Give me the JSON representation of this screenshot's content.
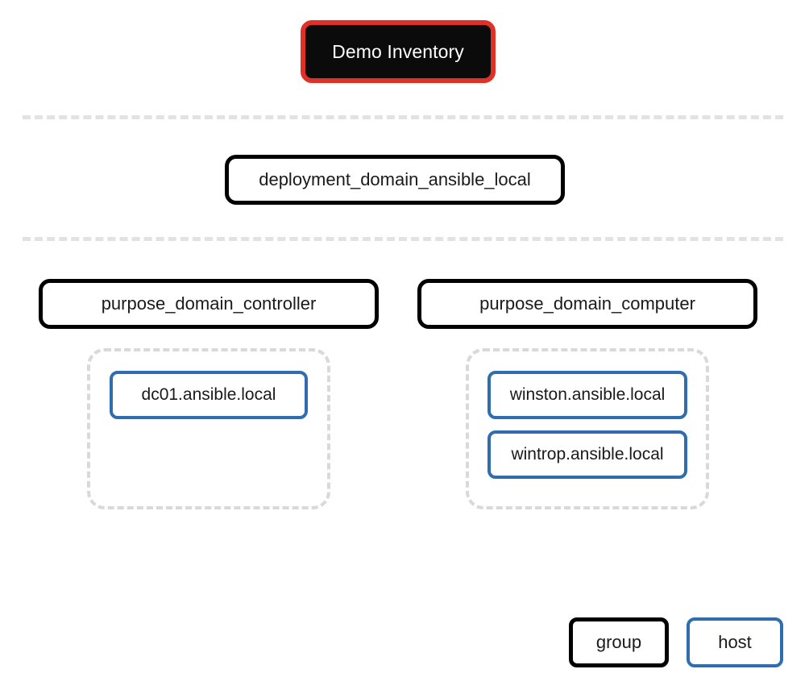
{
  "diagram": {
    "type": "ansible-inventory-tree",
    "root": {
      "label": "Demo Inventory",
      "kind": "inventory",
      "fill_color": "#0b0b0b",
      "border_color": "#e03127",
      "text_color": "#ffffff"
    },
    "tiers": [
      {
        "name": "deployment-tier",
        "groups": [
          {
            "label": "deployment_domain_ansible_local",
            "kind": "group"
          }
        ]
      },
      {
        "name": "purpose-tier",
        "groups": [
          {
            "label": "purpose_domain_controller",
            "kind": "group",
            "hosts": [
              {
                "label": "dc01.ansible.local",
                "kind": "host"
              }
            ]
          },
          {
            "label": "purpose_domain_computer",
            "kind": "group",
            "hosts": [
              {
                "label": "winston.ansible.local",
                "kind": "host"
              },
              {
                "label": "wintrop.ansible.local",
                "kind": "host"
              }
            ]
          }
        ]
      }
    ],
    "separators": [
      {
        "name": "separator-above-deployment",
        "style": "dashed"
      },
      {
        "name": "separator-above-purpose",
        "style": "dashed"
      }
    ],
    "legend": {
      "items": [
        {
          "label": "group",
          "border_color": "#000000"
        },
        {
          "label": "host",
          "border_color": "#2f6cb0"
        }
      ]
    },
    "colors": {
      "group_border": "#000000",
      "host_border": "#2f6cb0",
      "inventory_border": "#e03127",
      "inventory_fill": "#0b0b0b",
      "container_dash": "#d9d9d9",
      "separator_dash": "#e2e2e2",
      "background": "#ffffff"
    }
  }
}
